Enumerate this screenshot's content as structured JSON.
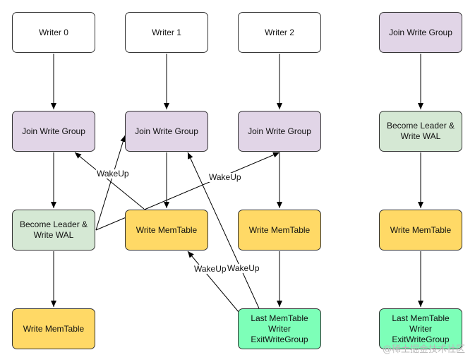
{
  "nodes": {
    "writer0": "Writer 0",
    "writer1": "Writer 1",
    "writer2": "Writer 2",
    "join0": "Join Write Group",
    "join1": "Join Write Group",
    "join2": "Join Write Group",
    "join3": "Join Write Group",
    "leader0": "Become Leader & Write WAL",
    "leader3": "Become Leader & Write WAL",
    "memtable1": "Write MemTable",
    "memtable2": "Write MemTable",
    "memtable3": "Write MemTable",
    "memtable0": "Write MemTable",
    "last2": "Last MemTable Writer ExitWriteGroup",
    "last3": "Last MemTable Writer ExitWriteGroup"
  },
  "edge_labels": {
    "wakeup_a": "WakeUp",
    "wakeup_b": "WakeUp",
    "wakeup_c": "WakeUp",
    "wakeup_d": "WakeUp"
  },
  "watermark": "@稀土掘金技术社区",
  "colors": {
    "start": "#ffffff",
    "join": "#e1d5e7",
    "leader": "#d5e8d4",
    "memtable": "#ffd966",
    "exit": "#7dffb8"
  }
}
